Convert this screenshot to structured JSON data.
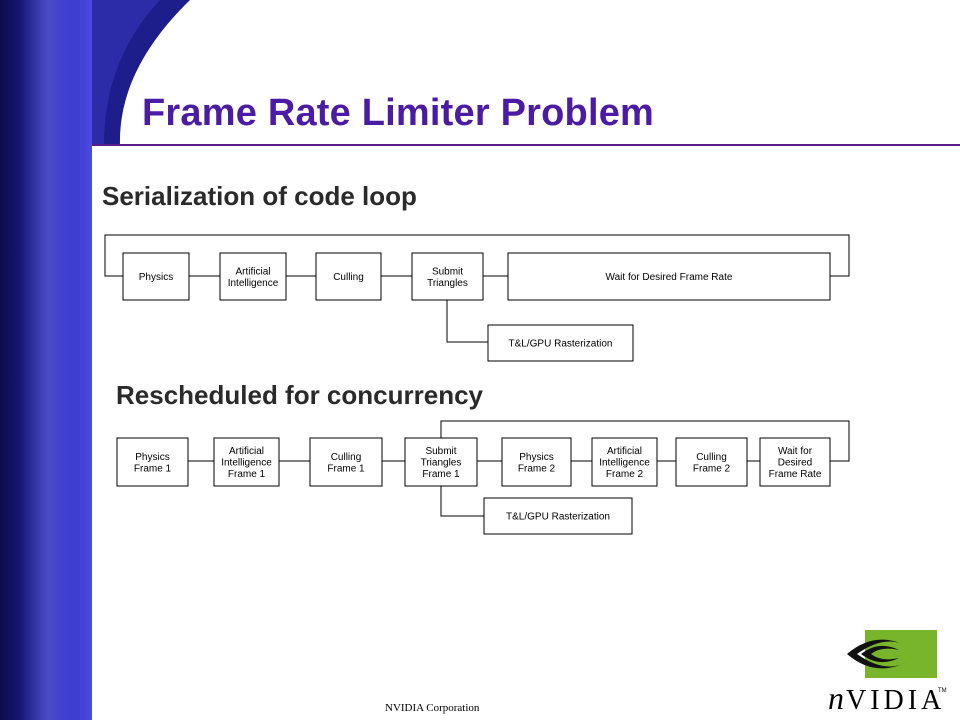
{
  "slide": {
    "title": "Frame Rate Limiter Problem",
    "section1_heading": "Serialization of code loop",
    "section2_heading": "Rescheduled for concurrency",
    "footer": "NVIDIA Corporation",
    "logo_text": "VIDIA",
    "logo_n": "n",
    "logo_tm": "TM"
  },
  "diagram1": {
    "boxes": [
      {
        "name": "physics-box",
        "lines": [
          "Physics"
        ]
      },
      {
        "name": "artificial-intelligence-box",
        "lines": [
          "Artificial",
          "Intelligence"
        ]
      },
      {
        "name": "culling-box",
        "lines": [
          "Culling"
        ]
      },
      {
        "name": "submit-triangles-box",
        "lines": [
          "Submit",
          "Triangles"
        ]
      },
      {
        "name": "wait-frame-rate-box",
        "lines": [
          "Wait for Desired Frame Rate"
        ]
      },
      {
        "name": "tl-gpu-rasterization-box",
        "lines": [
          "T&L/GPU Rasterization"
        ]
      }
    ]
  },
  "diagram2": {
    "boxes": [
      {
        "name": "physics-frame1-box",
        "lines": [
          "Physics",
          "Frame 1"
        ]
      },
      {
        "name": "ai-frame1-box",
        "lines": [
          "Artificial",
          "Intelligence",
          "Frame 1"
        ]
      },
      {
        "name": "culling-frame1-box",
        "lines": [
          "Culling",
          "Frame 1"
        ]
      },
      {
        "name": "submit-triangles-frame1-box",
        "lines": [
          "Submit",
          "Triangles",
          "Frame 1"
        ]
      },
      {
        "name": "physics-frame2-box",
        "lines": [
          "Physics",
          "Frame 2"
        ]
      },
      {
        "name": "ai-frame2-box",
        "lines": [
          "Artificial",
          "Intelligence",
          "Frame 2"
        ]
      },
      {
        "name": "culling-frame2-box",
        "lines": [
          "Culling",
          "Frame 2"
        ]
      },
      {
        "name": "wait-desired-frame-rate-box",
        "lines": [
          "Wait for",
          "Desired",
          "Frame Rate"
        ]
      },
      {
        "name": "tl-gpu-rasterization-box-2",
        "lines": [
          "T&L/GPU Rasterization"
        ]
      }
    ]
  },
  "colors": {
    "title": "#4b1ba6",
    "band": "#1d1d8c",
    "logo_green": "#79b52a"
  }
}
